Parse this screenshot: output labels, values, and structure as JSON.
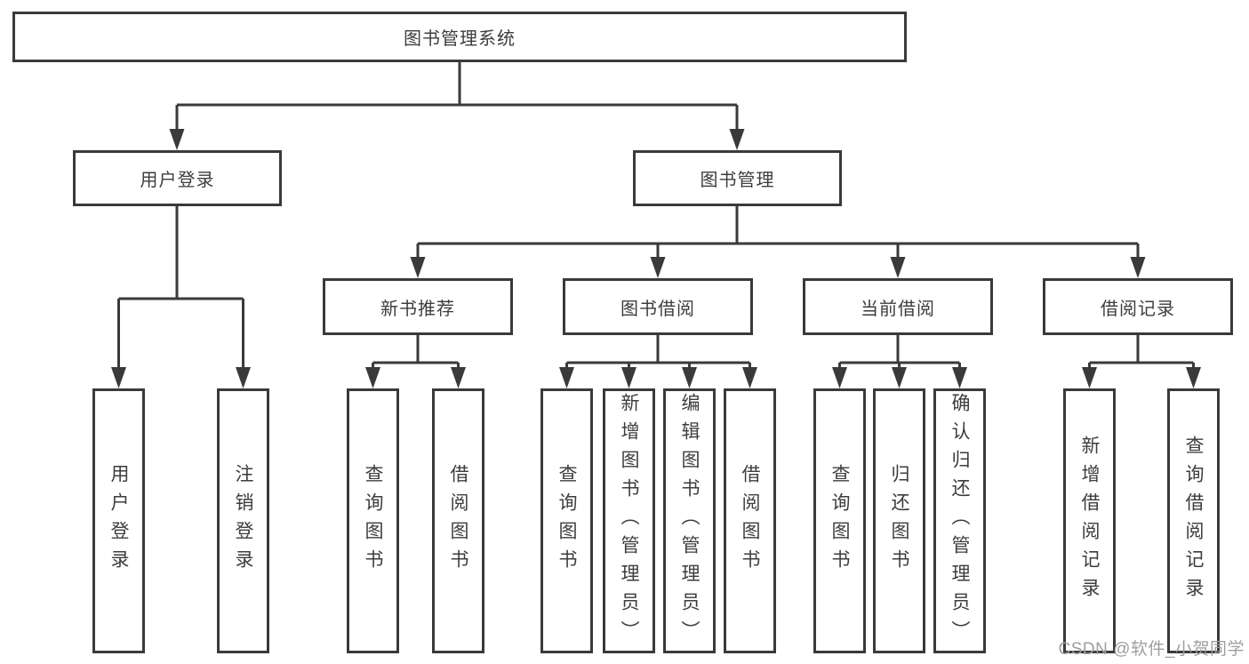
{
  "tree": {
    "label": "图书管理系统",
    "children": [
      {
        "label": "用户登录",
        "children": [
          {
            "label": "用户登录"
          },
          {
            "label": "注销登录"
          }
        ]
      },
      {
        "label": "图书管理",
        "children": [
          {
            "label": "新书推荐",
            "children": [
              {
                "label": "查询图书"
              },
              {
                "label": "借阅图书"
              }
            ]
          },
          {
            "label": "图书借阅",
            "children": [
              {
                "label": "查询图书"
              },
              {
                "label": "新增图书（管理员）"
              },
              {
                "label": "编辑图书（管理员）"
              },
              {
                "label": "借阅图书"
              }
            ]
          },
          {
            "label": "当前借阅",
            "children": [
              {
                "label": "查询图书"
              },
              {
                "label": "归还图书"
              },
              {
                "label": "确认归还（管理员）"
              }
            ]
          },
          {
            "label": "借阅记录",
            "children": [
              {
                "label": "新增借阅记录"
              },
              {
                "label": "查询借阅记录"
              }
            ]
          }
        ]
      }
    ]
  },
  "watermark": {
    "text": "CSDN @软件_小贺同学"
  },
  "colors": {
    "line": "#3a3a3a",
    "text": "#3d3d3d",
    "watermark": "#9e9e9e",
    "background": "#ffffff"
  }
}
